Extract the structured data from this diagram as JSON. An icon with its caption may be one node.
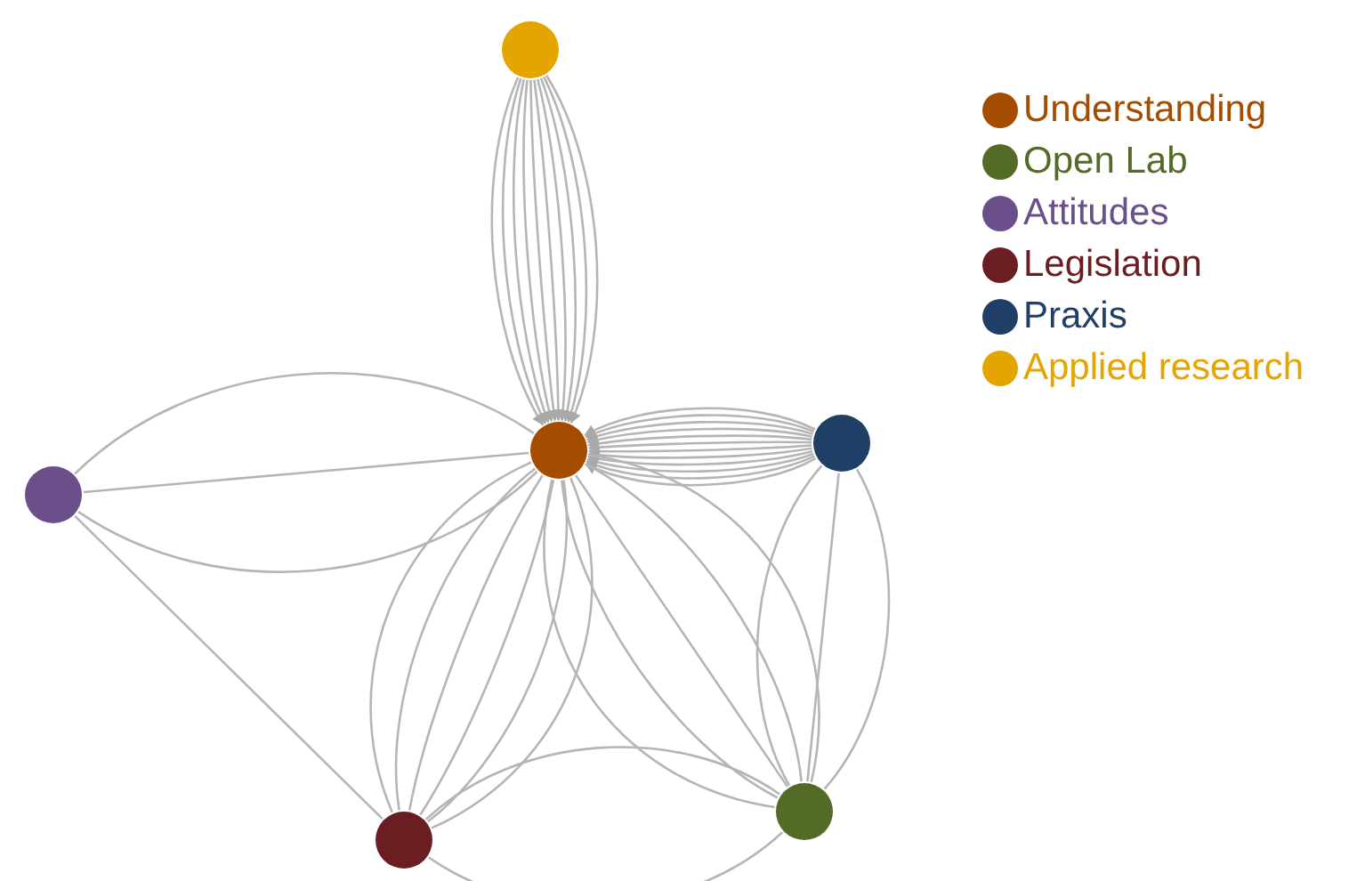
{
  "diagram": {
    "nodes": [
      {
        "text": [],
        "shape": "circle"
      },
      {
        "text": [],
        "shape": "circle"
      },
      {
        "text": [],
        "shape": "circle"
      },
      {
        "text": [],
        "shape": "circle"
      },
      {
        "text": [],
        "shape": "circle"
      },
      {
        "text": [],
        "shape": "circle"
      }
    ],
    "edges": [
      {
        "from": 0,
        "to": 2,
        "arrow": "to"
      },
      {
        "from": 0,
        "to": 2,
        "arrow": "to"
      },
      {
        "from": 0,
        "to": 2,
        "arrow": "to"
      },
      {
        "from": 0,
        "to": 2,
        "arrow": "to"
      },
      {
        "from": 0,
        "to": 2,
        "arrow": "to"
      },
      {
        "from": 0,
        "to": 2,
        "arrow": "to"
      },
      {
        "from": 0,
        "to": 2,
        "arrow": "to"
      },
      {
        "from": 0,
        "to": 2,
        "arrow": "to"
      },
      {
        "from": 0,
        "to": 2,
        "arrow": "to"
      },
      {
        "from": 0,
        "to": 2,
        "arrow": "to"
      },
      {
        "from": 1,
        "to": 2,
        "arrow": "to"
      },
      {
        "from": 1,
        "to": 2,
        "arrow": "to"
      },
      {
        "from": 1,
        "to": 2,
        "arrow": "to"
      },
      {
        "from": 1,
        "to": 2,
        "arrow": "to"
      },
      {
        "from": 1,
        "to": 2,
        "arrow": "to"
      },
      {
        "from": 1,
        "to": 2,
        "arrow": "to"
      },
      {
        "from": 1,
        "to": 2,
        "arrow": "to"
      },
      {
        "from": 1,
        "to": 2,
        "arrow": "to"
      },
      {
        "from": 1,
        "to": 2,
        "arrow": "to"
      },
      {
        "from": 1,
        "to": 2,
        "arrow": "to"
      },
      {
        "from": 1,
        "to": 2,
        "arrow": "to"
      },
      {
        "from": 1,
        "to": 2,
        "arrow": "to"
      },
      {
        "from": 3,
        "to": 2,
        "arrow": "none"
      },
      {
        "from": 3,
        "to": 2,
        "arrow": "none"
      },
      {
        "from": 3,
        "to": 2,
        "arrow": "none"
      },
      {
        "from": 3,
        "to": 5,
        "arrow": "none"
      },
      {
        "from": 2,
        "to": 5,
        "arrow": "none"
      },
      {
        "from": 2,
        "to": 5,
        "arrow": "none"
      },
      {
        "from": 2,
        "to": 5,
        "arrow": "none"
      },
      {
        "from": 2,
        "to": 5,
        "arrow": "none"
      },
      {
        "from": 2,
        "to": 5,
        "arrow": "none"
      },
      {
        "from": 2,
        "to": 5,
        "arrow": "none"
      },
      {
        "from": 2,
        "to": 4,
        "arrow": "none"
      },
      {
        "from": 2,
        "to": 4,
        "arrow": "none"
      },
      {
        "from": 2,
        "to": 4,
        "arrow": "none"
      },
      {
        "from": 2,
        "to": 4,
        "arrow": "none"
      },
      {
        "from": 2,
        "to": 4,
        "arrow": "none"
      },
      {
        "from": 1,
        "to": 4,
        "arrow": "none"
      },
      {
        "from": 1,
        "to": 4,
        "arrow": "none"
      },
      {
        "from": 1,
        "to": 4,
        "arrow": "none"
      },
      {
        "from": 5,
        "to": 4,
        "arrow": "none"
      },
      {
        "from": 5,
        "to": 4,
        "arrow": "none"
      }
    ],
    "legend": [
      {
        "text": "Understanding",
        "color": "#a44d00"
      },
      {
        "text": "Open Lab",
        "color": "#536b26"
      },
      {
        "text": "Attitudes",
        "color": "#6b4f8a"
      },
      {
        "text": "Legislation",
        "color": "#6b1e22"
      },
      {
        "text": "Praxis",
        "color": "#203f66"
      },
      {
        "text": "Applied research",
        "color": "#e5a500"
      }
    ]
  }
}
